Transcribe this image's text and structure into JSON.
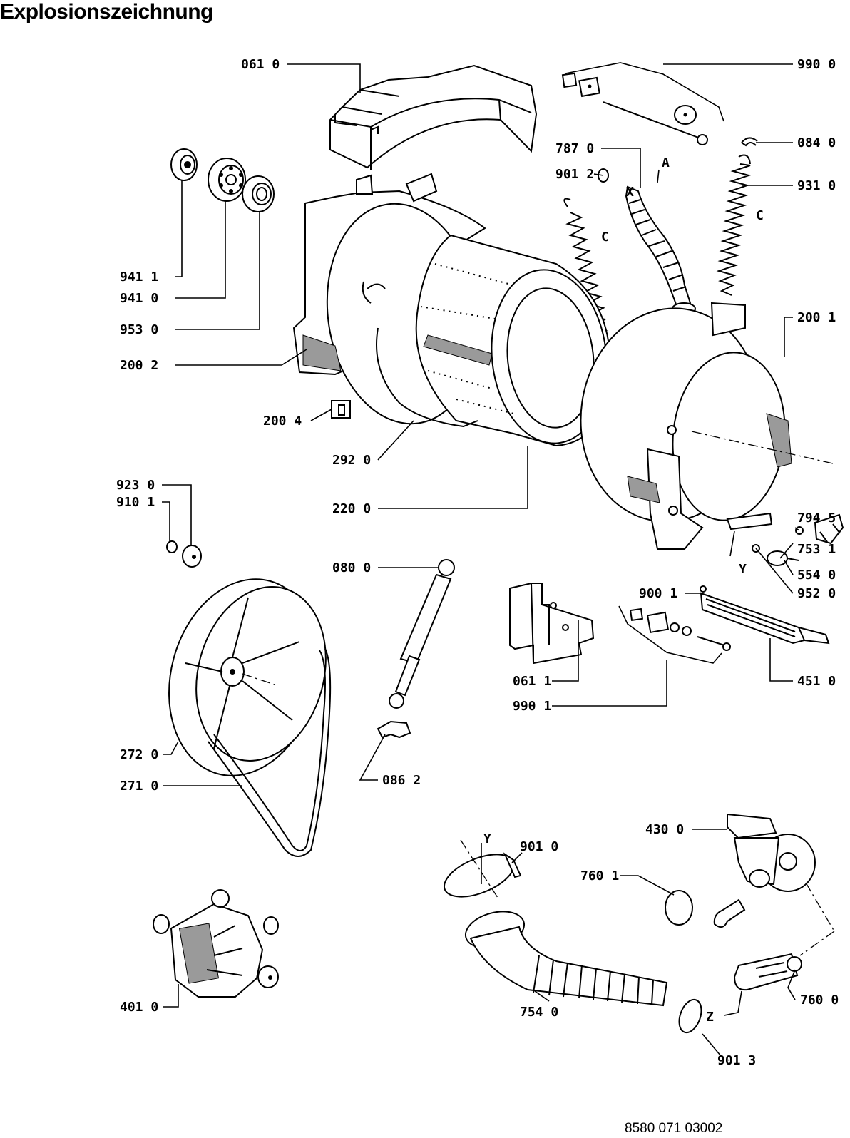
{
  "title": "Explosionszeichnung",
  "document_number": "8580 071 03002",
  "letters": {
    "a": "A",
    "x": "X",
    "y": "Y",
    "z": "Z",
    "c": "C"
  },
  "parts": {
    "p0610": "061 0",
    "p9900": "990 0",
    "p0840": "084 0",
    "p7870": "787 0",
    "p9012": "901 2",
    "p9310": "931 0",
    "p9411": "941 1",
    "p9410": "941 0",
    "p9530": "953 0",
    "p2002": "200 2",
    "p2001": "200 1",
    "p2004": "200 4",
    "p2920": "292 0",
    "p2200": "220 0",
    "p9230": "923 0",
    "p9101": "910 1",
    "p0800": "080 0",
    "p7945": "794 5",
    "p7531": "753 1",
    "p5540": "554 0",
    "p9520": "952 0",
    "p9001": "900 1",
    "p0611": "061 1",
    "p9901": "990 1",
    "p4510": "451 0",
    "p2720": "272 0",
    "p2710": "271 0",
    "p0862": "086 2",
    "p4300": "430 0",
    "p9010": "901 0",
    "p7601": "760 1",
    "p7600": "760 0",
    "p7540": "754 0",
    "p9013": "901 3",
    "p4010": "401 0"
  }
}
